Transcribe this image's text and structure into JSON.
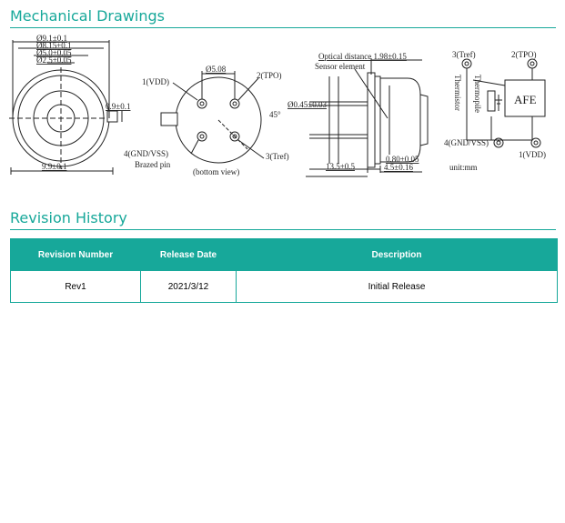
{
  "mechanical": {
    "title": "Mechanical Drawings",
    "front_view": {
      "dims": [
        "Ø9.1±0.1",
        "Ø8.15±0.1",
        "Ø5.0±0.05",
        "Ø2.5±0.05",
        "0.9±0.1",
        "9.9±0.1"
      ]
    },
    "bottom_view": {
      "d_label": "Ø5.08",
      "pin_labels": {
        "vdd": "1(VDD)",
        "tpo": "2(TPO)",
        "gnd": "4(GND/VSS)",
        "tref": "3(Tref)"
      },
      "angle": "45°",
      "brazed": "Brazed pin",
      "caption": "(bottom view)"
    },
    "side_view": {
      "optical": "Optical distance 1.98±0.15",
      "sensor": "Sensor element",
      "pin_d": "Ø0.45±0.03",
      "len_a": "13.5±0.5",
      "len_b": "0.80±0.05",
      "len_c": "4.5±0.16"
    },
    "schematic": {
      "tref": "3(Tref)",
      "tpo": "2(TPO)",
      "thermistor": "Thermistor",
      "thermopile": "Thermopile",
      "afe": "AFE",
      "gnd": "4(GND/VSS)",
      "vdd": "1(VDD)",
      "unit": "unit:mm"
    }
  },
  "revision": {
    "title": "Revision History",
    "headers": [
      "Revision Number",
      "Release Date",
      "Description"
    ],
    "rows": [
      {
        "number": "Rev1",
        "date": "2021/3/12",
        "description": "Initial Release"
      }
    ]
  }
}
